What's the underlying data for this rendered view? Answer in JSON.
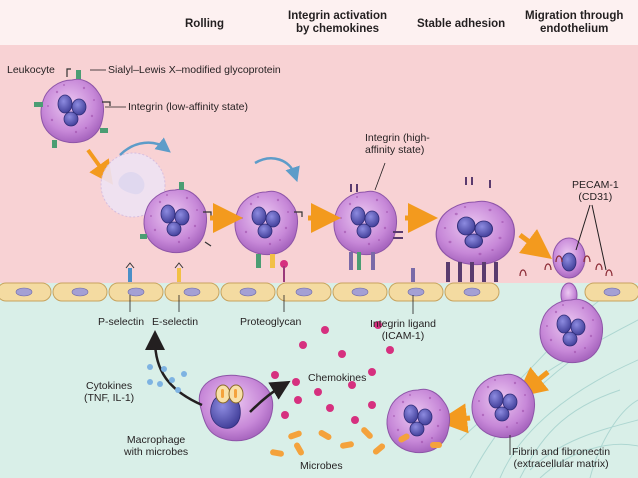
{
  "stages": {
    "rolling": "Rolling",
    "integrin_activation": "Integrin activation\nby chemokines",
    "stable_adhesion": "Stable adhesion",
    "migration": "Migration through\nendothelium"
  },
  "labels": {
    "leukocyte": "Leukocyte",
    "sialyl_lewis": "Sialyl–Lewis X–modified glycoprotein",
    "integrin_low": "Integrin (low-affinity state)",
    "integrin_high": "Integrin (high-\naffinity state)",
    "pecam": "PECAM-1\n(CD31)",
    "p_selectin": "P-selectin",
    "e_selectin": "E-selectin",
    "proteoglycan": "Proteoglycan",
    "integrin_ligand": "Integrin ligand\n(ICAM-1)",
    "cytokines": "Cytokines\n(TNF, IL-1)",
    "chemokines": "Chemokines",
    "macrophage": "Macrophage\nwith microbes",
    "microbes": "Microbes",
    "fibrin": "Fibrin and fibronectin\n(extracellular matrix)"
  },
  "colors": {
    "vessel_lumen": "#f8d2d4",
    "header_band": "#fdf1f1",
    "tissue": "#d9efe8",
    "endothelium": "#f4dba1",
    "cell_body": "#c78ad8",
    "nucleus": "#5a57b5",
    "arrow": "#f39a1e",
    "chemokine": "#d6307f",
    "microbe": "#f4a23c",
    "cytokine": "#7eb3e2"
  }
}
